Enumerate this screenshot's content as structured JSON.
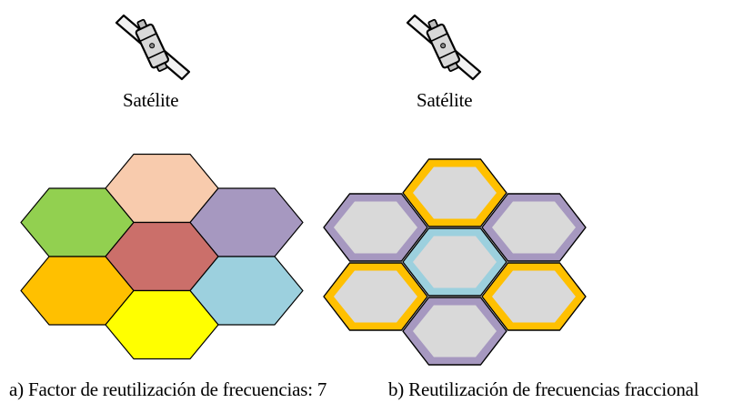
{
  "satellite_left": {
    "icon": "satellite-icon",
    "label": "Satélite"
  },
  "satellite_right": {
    "icon": "satellite-icon",
    "label": "Satélite"
  },
  "diagram_a": {
    "caption": "a) Factor de reutilización de frecuencias: 7",
    "cells": [
      {
        "position": "top",
        "fill": "#F8CBAD"
      },
      {
        "position": "upper-left",
        "fill": "#92D050"
      },
      {
        "position": "upper-right",
        "fill": "#A698C0"
      },
      {
        "position": "center",
        "fill": "#CB6F6A"
      },
      {
        "position": "lower-left",
        "fill": "#FFC000"
      },
      {
        "position": "lower-right",
        "fill": "#9CD0DE"
      },
      {
        "position": "bottom",
        "fill": "#FFFF00"
      }
    ]
  },
  "diagram_b": {
    "caption": "b) Reutilización de frecuencias fraccional",
    "inner_fill": "#D9D9D9",
    "cells": [
      {
        "position": "top",
        "ring": "#FFC000"
      },
      {
        "position": "upper-left",
        "ring": "#A698C0"
      },
      {
        "position": "upper-right",
        "ring": "#A698C0"
      },
      {
        "position": "center",
        "ring": "#9CD0DE"
      },
      {
        "position": "lower-left",
        "ring": "#FFC000"
      },
      {
        "position": "lower-right",
        "ring": "#FFC000"
      },
      {
        "position": "bottom",
        "ring": "#A698C0"
      }
    ]
  }
}
